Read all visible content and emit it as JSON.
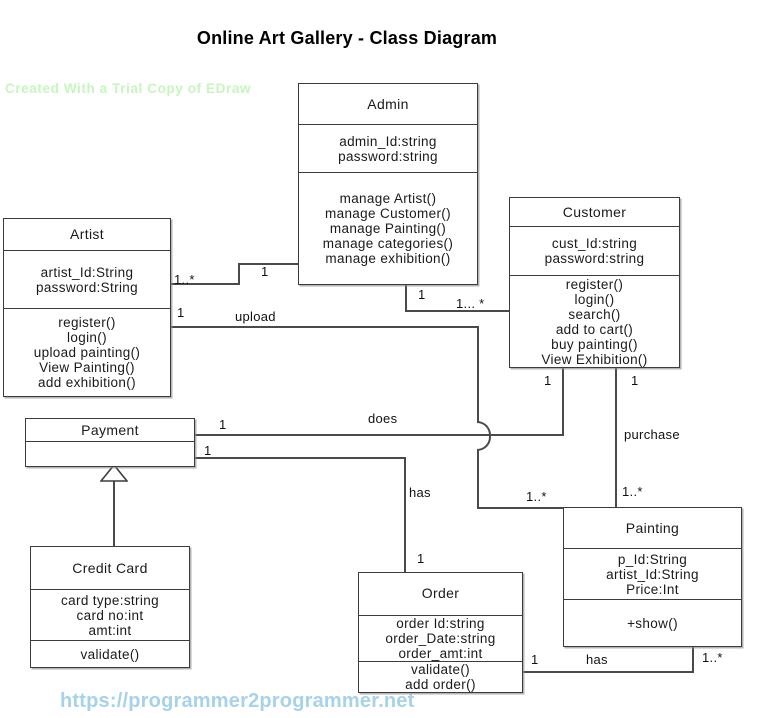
{
  "title": "Online Art Gallery - Class Diagram",
  "watermark": "Created With a Trial Copy of EDraw",
  "footer_url": "https://programmer2programmer.net",
  "colors": {
    "line": "#4a4a4a",
    "watermark_green": "#c6f6bd",
    "url_blue": "#a6d2ea",
    "background": "#ffffff"
  },
  "classes": [
    {
      "name": "Admin",
      "attributes": [
        "admin_Id:string",
        "password:string"
      ],
      "methods": [
        "manage Artist()",
        "manage Customer()",
        "manage Painting()",
        "manage categories()",
        "manage exhibition()"
      ]
    },
    {
      "name": "Customer",
      "attributes": [
        "cust_Id:string",
        "password:string"
      ],
      "methods": [
        "register()",
        "login()",
        "search()",
        "add to cart()",
        "buy painting()",
        "View Exhibition()"
      ]
    },
    {
      "name": "Artist",
      "attributes": [
        "artist_Id:String",
        "password:String"
      ],
      "methods": [
        "register()",
        "login()",
        "upload painting()",
        "View Painting()",
        "add exhibition()"
      ]
    },
    {
      "name": "Payment",
      "attributes": [],
      "methods": []
    },
    {
      "name": "Credit Card",
      "attributes": [
        "card type:string",
        "card no:int",
        "amt:int"
      ],
      "methods": [
        "validate()"
      ]
    },
    {
      "name": "Order",
      "attributes": [
        "order Id:string",
        "order_Date:string",
        "order_amt:int"
      ],
      "methods": [
        "validate()",
        "add order()"
      ]
    },
    {
      "name": "Painting",
      "attributes": [
        "p_Id:String",
        "artist_Id:String",
        "Price:Int"
      ],
      "methods": [
        "+show()"
      ]
    }
  ],
  "relationships": {
    "artist_admin": {
      "from_mult": "1..*",
      "to_mult": "1"
    },
    "admin_customer": {
      "from_mult": "1",
      "to_mult": "1... *"
    },
    "upload": {
      "name": "upload",
      "from_mult": "1",
      "to_mult": "1..*"
    },
    "does": {
      "name": "does",
      "from_mult": "1",
      "to_mult": "1"
    },
    "purchase": {
      "name": "purchase",
      "from_mult": "1",
      "to_mult": "1..*"
    },
    "payment_order_has": {
      "name": "has",
      "from_mult": "1",
      "to_mult": "1"
    },
    "order_painting_has": {
      "name": "has",
      "from_mult": "1",
      "to_mult": "1..*"
    }
  }
}
